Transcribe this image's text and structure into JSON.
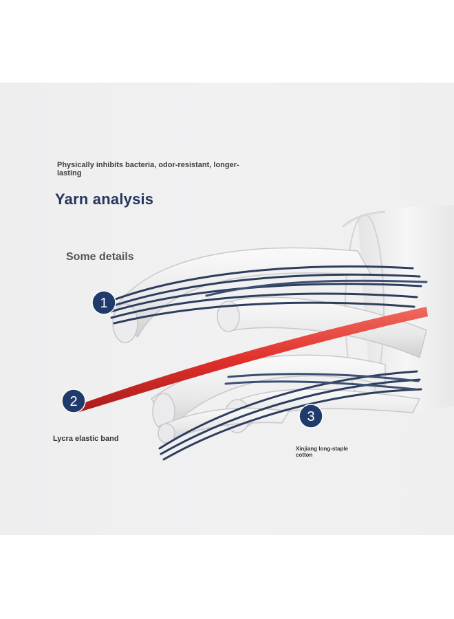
{
  "header": {
    "subtitle": "Physically inhibits bacteria, odor-resistant, longer-lasting",
    "title": "Yarn analysis",
    "section": "Some details"
  },
  "markers": [
    {
      "number": "1"
    },
    {
      "number": "2",
      "label": "Lycra elastic band"
    },
    {
      "number": "3",
      "label": "Xinjiang long-staple cotton"
    }
  ],
  "colors": {
    "title": "#23375f",
    "badge": "#1f3a6b",
    "navy_fiber": "#2d3e5c",
    "red_fiber": "#e0302b",
    "cotton": "#f3f3f3"
  }
}
